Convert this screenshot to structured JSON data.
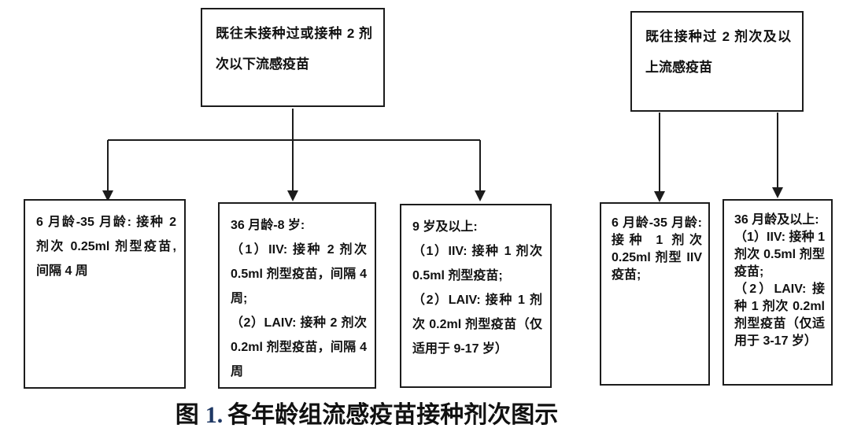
{
  "figure": {
    "caption": {
      "label": "图",
      "number": "1.",
      "title": "各年龄组流感疫苗接种剂次图示"
    }
  },
  "colors": {
    "background": "#ffffff",
    "box_border": "#1c1c1c",
    "text": "#111111",
    "connector_line": "#1c1c1c",
    "caption_number": "#1f3864"
  },
  "nodes": {
    "top_left": {
      "text": "既往未接种过或接种 2 剂次以下流感疫苗"
    },
    "top_right": {
      "text": "既往接种过 2 剂次及以上流感疫苗"
    },
    "naive_6_35m": {
      "lines": [
        "6 月龄-35 月龄: 接种 2 剂次 0.25ml 剂型疫苗, 间隔 4 周"
      ]
    },
    "naive_36m_8y": {
      "lines": [
        "36 月龄-8 岁:",
        "（1）IIV: 接种 2 剂次 0.5ml 剂型疫苗，间隔 4 周;",
        "（2）LAIV: 接种 2 剂次 0.2ml 剂型疫苗，间隔 4 周"
      ]
    },
    "naive_9y_plus": {
      "lines": [
        "9 岁及以上:",
        "（1）IIV: 接种 1 剂次 0.5ml 剂型疫苗;",
        "（2）LAIV: 接种 1 剂次 0.2ml 剂型疫苗（仅适用于 9-17 岁）"
      ]
    },
    "primed_6_35m": {
      "lines": [
        "6 月龄-35 月龄: 接种 1 剂次 0.25ml 剂型 IIV 疫苗;"
      ]
    },
    "primed_36m_plus": {
      "lines": [
        "36 月龄及以上:",
        "（1）IIV: 接种 1 剂次 0.5ml 剂型疫苗;",
        "（2）LAIV: 接种 1 剂次 0.2ml 剂型疫苗（仅适用于 3-17 岁）"
      ]
    }
  }
}
